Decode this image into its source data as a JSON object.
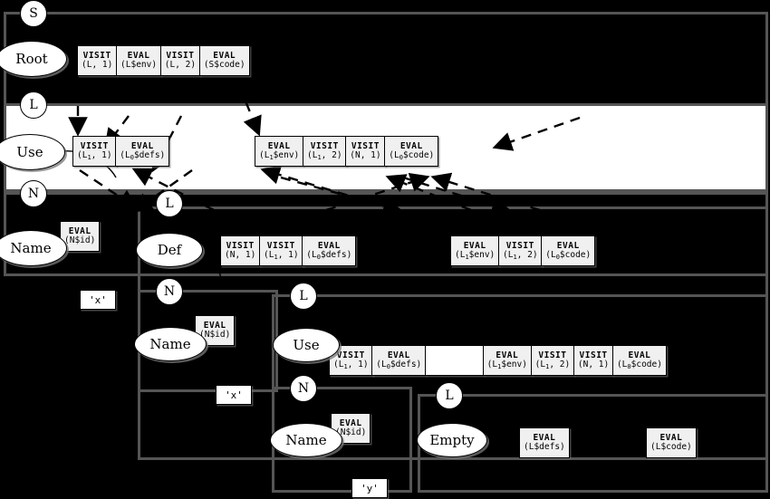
{
  "diagram": {
    "type": "visit-sequence-attribute-grammar-tree",
    "background": "#000000",
    "accent_border": "#555555",
    "box_fill": "#f0f0f0"
  },
  "nonterminals": [
    {
      "id": "nt-s",
      "label": "S"
    },
    {
      "id": "nt-l-1",
      "label": "L"
    },
    {
      "id": "nt-n-1",
      "label": "N"
    },
    {
      "id": "nt-l-2",
      "label": "L"
    },
    {
      "id": "nt-n-2",
      "label": "N"
    },
    {
      "id": "nt-l-3",
      "label": "L"
    },
    {
      "id": "nt-n-3",
      "label": "N"
    },
    {
      "id": "nt-l-4",
      "label": "L"
    }
  ],
  "productions": [
    {
      "id": "prod-root",
      "label": "Root"
    },
    {
      "id": "prod-use-1",
      "label": "Use"
    },
    {
      "id": "prod-name-1",
      "label": "Name"
    },
    {
      "id": "prod-def",
      "label": "Def"
    },
    {
      "id": "prod-name-2",
      "label": "Name"
    },
    {
      "id": "prod-use-2",
      "label": "Use"
    },
    {
      "id": "prod-name-3",
      "label": "Name"
    },
    {
      "id": "prod-empty",
      "label": "Empty"
    }
  ],
  "terminals": [
    {
      "id": "term-x-1",
      "label": "'x'"
    },
    {
      "id": "term-x-2",
      "label": "'x'"
    },
    {
      "id": "term-y-1",
      "label": "'y'"
    }
  ],
  "instruction_rows": [
    {
      "id": "row-root",
      "owner": "Root",
      "groups": [
        {
          "id": "grp-root-a",
          "instructions": [
            {
              "op": "VISIT",
              "arg": "(L, 1)"
            },
            {
              "op": "EVAL",
              "arg": "(L$env)"
            },
            {
              "op": "VISIT",
              "arg": "(L, 2)"
            },
            {
              "op": "EVAL",
              "arg": "(S$code)"
            }
          ]
        }
      ]
    },
    {
      "id": "row-use-1",
      "owner": "Use",
      "groups": [
        {
          "id": "grp-use1-a",
          "instructions": [
            {
              "op": "VISIT",
              "arg": "(L₁, 1)"
            },
            {
              "op": "EVAL",
              "arg": "(L₀$defs)"
            }
          ]
        },
        {
          "id": "grp-use1-b",
          "instructions": [
            {
              "op": "EVAL",
              "arg": "(L₁$env)"
            },
            {
              "op": "VISIT",
              "arg": "(L₁, 2)"
            },
            {
              "op": "VISIT",
              "arg": "(N, 1)"
            },
            {
              "op": "EVAL",
              "arg": "(L₀$code)"
            }
          ]
        }
      ]
    },
    {
      "id": "row-name-1",
      "owner": "Name",
      "groups": [
        {
          "id": "grp-name1-a",
          "instructions": [
            {
              "op": "EVAL",
              "arg": "(N$id)"
            }
          ]
        }
      ]
    },
    {
      "id": "row-def",
      "owner": "Def",
      "groups": [
        {
          "id": "grp-def-a",
          "instructions": [
            {
              "op": "VISIT",
              "arg": "(N, 1)"
            },
            {
              "op": "VISIT",
              "arg": "(L₁, 1)"
            },
            {
              "op": "EVAL",
              "arg": "(L₀$defs)"
            }
          ]
        },
        {
          "id": "grp-def-b",
          "instructions": [
            {
              "op": "EVAL",
              "arg": "(L₁$env)"
            },
            {
              "op": "VISIT",
              "arg": "(L₁, 2)"
            },
            {
              "op": "EVAL",
              "arg": "(L₀$code)"
            }
          ]
        }
      ]
    },
    {
      "id": "row-name-2",
      "owner": "Name",
      "groups": [
        {
          "id": "grp-name2-a",
          "instructions": [
            {
              "op": "EVAL",
              "arg": "(N$id)"
            }
          ]
        }
      ]
    },
    {
      "id": "row-use-2",
      "owner": "Use",
      "groups": [
        {
          "id": "grp-use2-a",
          "instructions": [
            {
              "op": "VISIT",
              "arg": "(L₁, 1)"
            },
            {
              "op": "EVAL",
              "arg": "(L₀$defs)"
            },
            {
              "op": "",
              "arg": ""
            },
            {
              "op": "EVAL",
              "arg": "(L₁$env)"
            },
            {
              "op": "VISIT",
              "arg": "(L₁, 2)"
            },
            {
              "op": "VISIT",
              "arg": "(N, 1)"
            },
            {
              "op": "EVAL",
              "arg": "(L₀$code)"
            }
          ]
        }
      ]
    },
    {
      "id": "row-name-3",
      "owner": "Name",
      "groups": [
        {
          "id": "grp-name3-a",
          "instructions": [
            {
              "op": "EVAL",
              "arg": "(N$id)"
            }
          ]
        }
      ]
    },
    {
      "id": "row-empty",
      "owner": "Empty",
      "groups": [
        {
          "id": "grp-empty-a",
          "instructions": [
            {
              "op": "EVAL",
              "arg": "(L$defs)"
            }
          ]
        },
        {
          "id": "grp-empty-b",
          "instructions": [
            {
              "op": "EVAL",
              "arg": "(L$code)"
            }
          ]
        }
      ]
    }
  ]
}
